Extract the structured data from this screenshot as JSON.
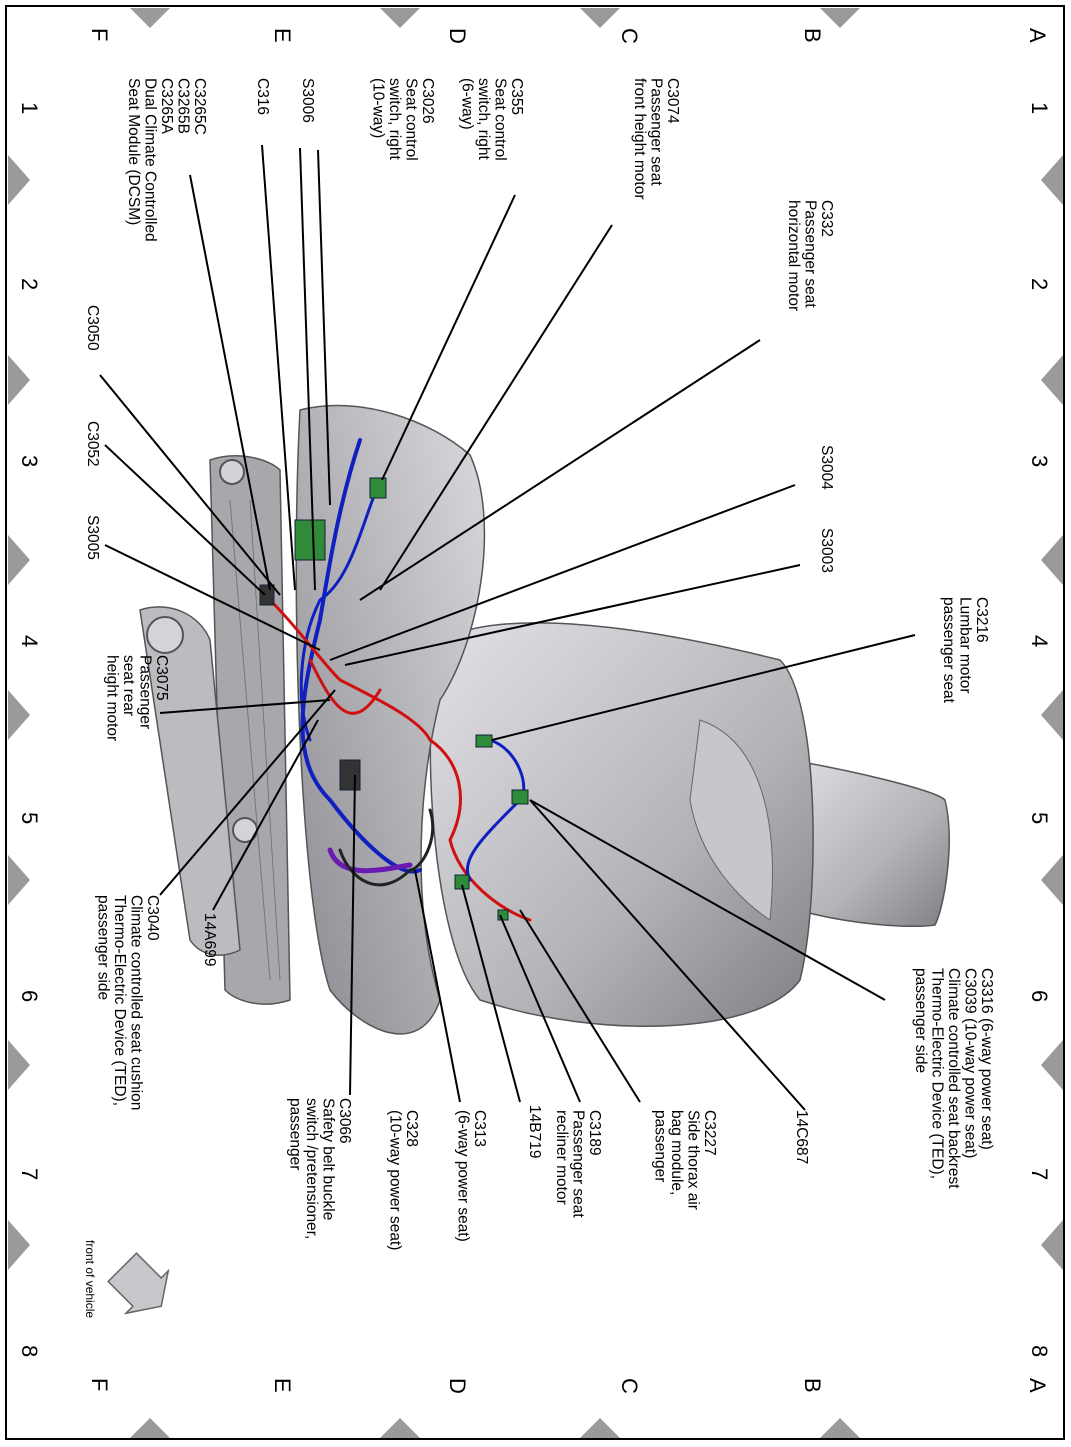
{
  "grid": {
    "rows": [
      "A",
      "B",
      "C",
      "D",
      "E",
      "F"
    ],
    "columns": [
      "1",
      "2",
      "3",
      "4",
      "5",
      "6",
      "7",
      "8"
    ]
  },
  "orientation_label": "front of vehicle",
  "callouts": [
    {
      "id": "c332",
      "lines": [
        "C332",
        "Passenger seat",
        "horizontal motor"
      ]
    },
    {
      "id": "c3074",
      "lines": [
        "C3074",
        "Passenger seat",
        "front height motor"
      ]
    },
    {
      "id": "c355",
      "lines": [
        "C355",
        "Seat control",
        "switch, right",
        "(6-way)"
      ]
    },
    {
      "id": "c3026",
      "lines": [
        "C3026",
        "Seat control",
        "switch, right",
        "(10-way)"
      ]
    },
    {
      "id": "s3006",
      "lines": [
        "S3006"
      ]
    },
    {
      "id": "c316",
      "lines": [
        "C316"
      ]
    },
    {
      "id": "dcsm",
      "lines": [
        "C3265C",
        "C3265B",
        "C3265A",
        "Dual Climate Controlled",
        "Seat Module (DCSM)"
      ]
    },
    {
      "id": "c3050",
      "lines": [
        "C3050"
      ]
    },
    {
      "id": "c3052",
      "lines": [
        "C3052"
      ]
    },
    {
      "id": "s3005",
      "lines": [
        "S3005"
      ]
    },
    {
      "id": "s3004",
      "lines": [
        "S3004"
      ]
    },
    {
      "id": "s3003",
      "lines": [
        "S3003"
      ]
    },
    {
      "id": "c3216",
      "lines": [
        "C3216",
        "Lumbar motor",
        "passenger seat"
      ]
    },
    {
      "id": "c3075",
      "lines": [
        "C3075",
        "Passenger",
        "seat rear",
        "height motor"
      ]
    },
    {
      "id": "c3040",
      "lines": [
        "C3040",
        "Climate controlled seat cushion",
        "Thermo-Electric Device (TED),",
        "passenger side"
      ]
    },
    {
      "id": "14a699",
      "lines": [
        "14A699"
      ]
    },
    {
      "id": "c3066",
      "lines": [
        "C3066",
        "Safety belt buckle",
        "switch /pretensioner,",
        "passenger"
      ]
    },
    {
      "id": "c328",
      "lines": [
        "C328",
        "(10-way power seat)"
      ]
    },
    {
      "id": "c313",
      "lines": [
        "C313",
        "(6-way power seat)"
      ]
    },
    {
      "id": "14b719",
      "lines": [
        "14B719"
      ]
    },
    {
      "id": "c3189",
      "lines": [
        "C3189",
        "Passenger seat",
        "recliner motor"
      ]
    },
    {
      "id": "c3227",
      "lines": [
        "C3227",
        "Side thorax air",
        "bag module,",
        "passenger"
      ]
    },
    {
      "id": "14c687",
      "lines": [
        "14C687"
      ]
    },
    {
      "id": "c3316",
      "lines": [
        "C3316  (6-way power seat)",
        "C3039  (10-way power seat)",
        "Climate controlled seat backrest",
        "Thermo-Electric Device (TED),",
        "passenger side"
      ]
    }
  ],
  "colors": {
    "frame": "#000000",
    "triangle": "#9a9a9a",
    "wire_red": "#d01010",
    "wire_blue": "#1020c0",
    "wire_purple": "#6a1ab0",
    "connector_green": "#2f8a3a",
    "seat_gray": "#b9b9bd"
  }
}
